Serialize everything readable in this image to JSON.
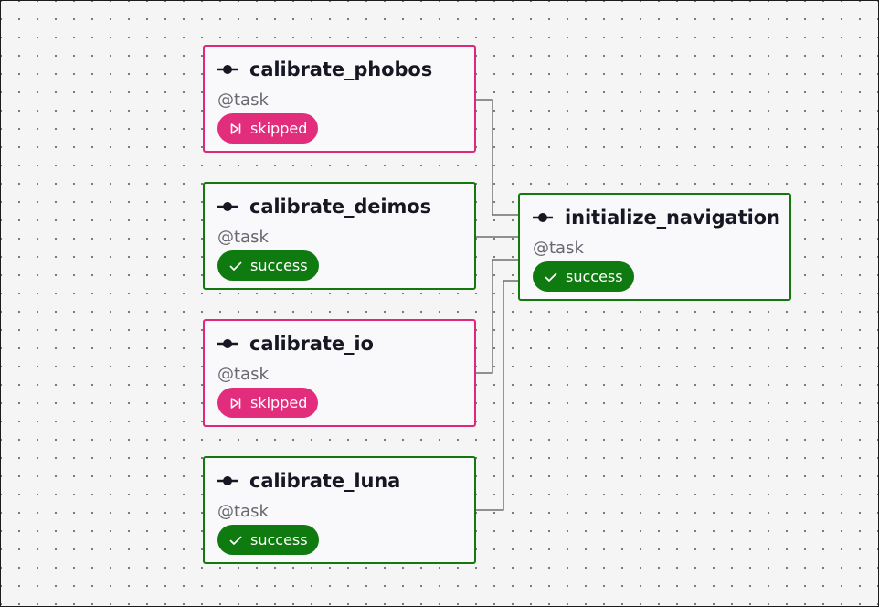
{
  "graph": {
    "colors": {
      "skipped": "#e22d7c",
      "success": "#0f7a0f",
      "edge": "#555555",
      "background": "#f5f5f5"
    },
    "nodes": [
      {
        "id": "calibrate_phobos",
        "name": "calibrate_phobos",
        "kind": "@task",
        "status": "skipped",
        "status_icon": "skip-forward-icon"
      },
      {
        "id": "calibrate_deimos",
        "name": "calibrate_deimos",
        "kind": "@task",
        "status": "success",
        "status_icon": "check-icon"
      },
      {
        "id": "calibrate_io",
        "name": "calibrate_io",
        "kind": "@task",
        "status": "skipped",
        "status_icon": "skip-forward-icon"
      },
      {
        "id": "calibrate_luna",
        "name": "calibrate_luna",
        "kind": "@task",
        "status": "success",
        "status_icon": "check-icon"
      },
      {
        "id": "initialize_navigation",
        "name": "initialize_navigation",
        "kind": "@task",
        "status": "success",
        "status_icon": "check-icon"
      }
    ],
    "edges": [
      {
        "from": "calibrate_phobos",
        "to": "initialize_navigation"
      },
      {
        "from": "calibrate_deimos",
        "to": "initialize_navigation"
      },
      {
        "from": "calibrate_io",
        "to": "initialize_navigation"
      },
      {
        "from": "calibrate_luna",
        "to": "initialize_navigation"
      }
    ]
  }
}
